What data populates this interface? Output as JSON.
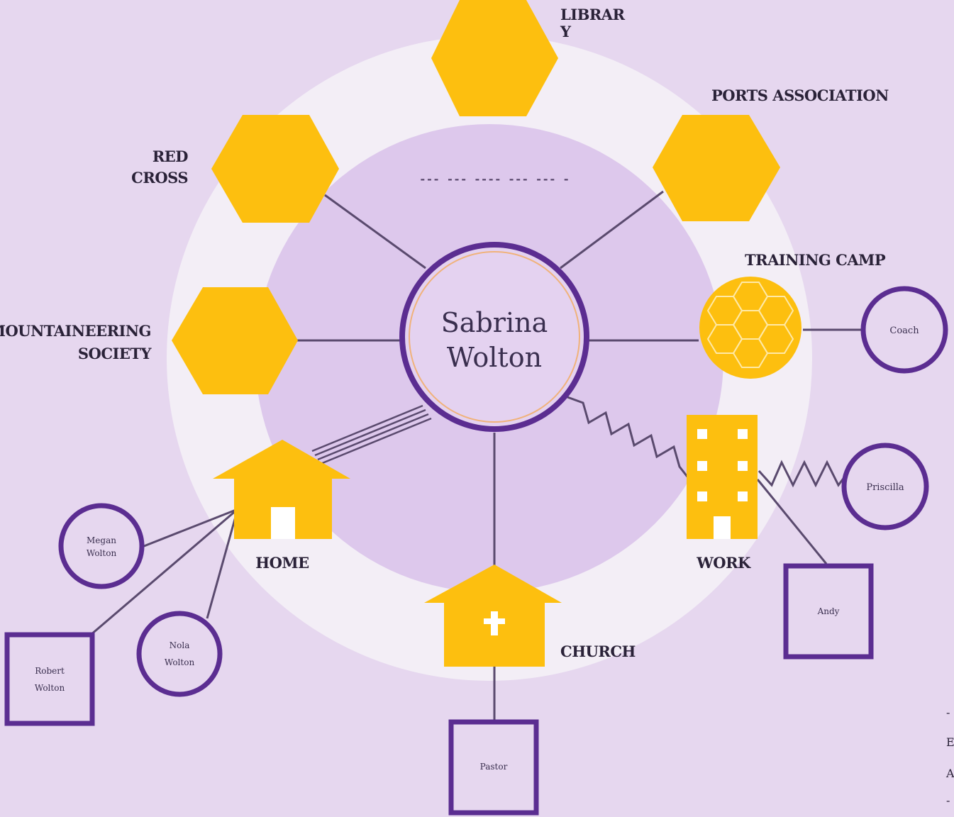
{
  "center": {
    "line1": "Sabrina",
    "line2": "Wolton"
  },
  "inner_caption": "--- --- ---- --- --- -",
  "organizations": {
    "library": {
      "line1": "LIBRAR",
      "line2": "Y"
    },
    "sports": "PORTS ASSOCIATION",
    "red_cross": {
      "line1": "RED",
      "line2": "CROSS"
    },
    "training_camp": "TRAINING CAMP",
    "mountaineering": {
      "line1": "MOUNTAINEERING",
      "line2": "SOCIETY"
    }
  },
  "places": {
    "home": "HOME",
    "work": "WORK",
    "church": "CHURCH"
  },
  "people": {
    "coach": "Coach",
    "priscilla": "Priscilla",
    "andy": "Andy",
    "pastor": "Pastor",
    "megan": {
      "line1": "Megan",
      "line2": "Wolton"
    },
    "nola": {
      "line1": "Nola",
      "line2": "Wolton"
    },
    "robert": {
      "line1": "Robert",
      "line2": "Wolton"
    }
  },
  "legend_fragment": [
    "-",
    "E",
    "A",
    "-"
  ],
  "colors": {
    "background": "#e6d7ef",
    "ring": "#f3eef6",
    "inner": "#ddc8ec",
    "node": "#fdbf0f",
    "outline": "#5b2d91",
    "line": "#5a4a6e"
  }
}
